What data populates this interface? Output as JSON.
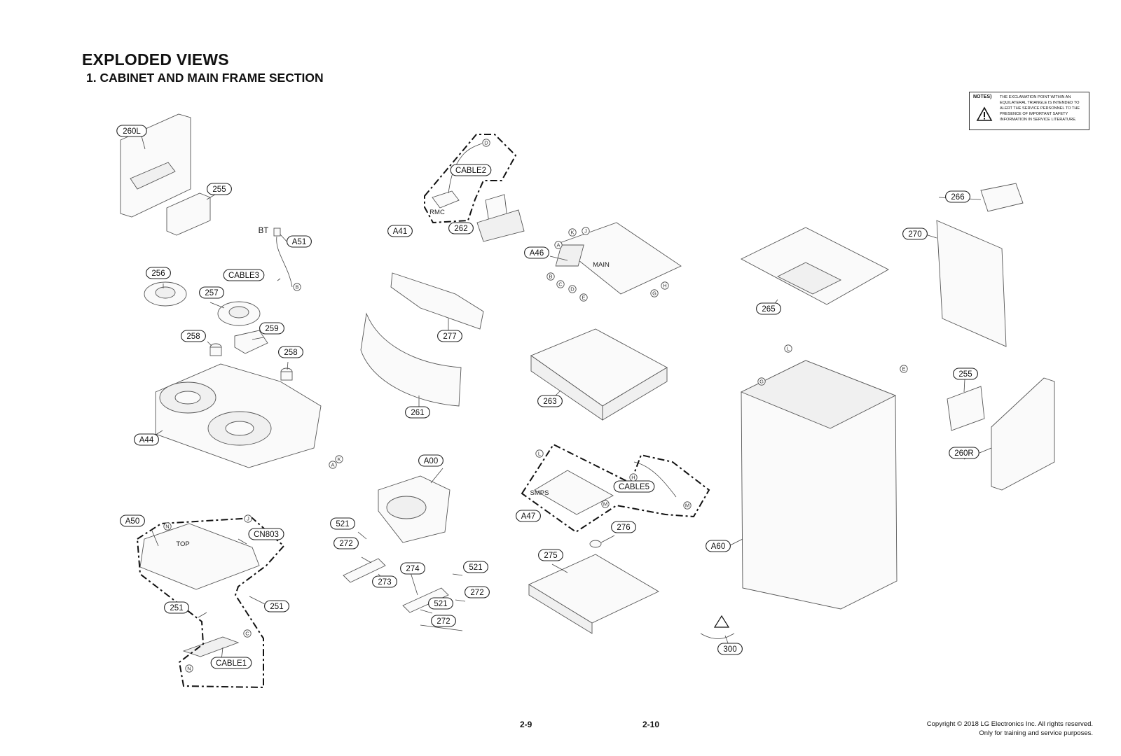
{
  "header": {
    "title": "EXPLODED VIEWS",
    "subtitle": "1. CABINET AND MAIN FRAME SECTION"
  },
  "notes": {
    "heading": "NOTES)",
    "body": "THE EXCLAMATION POINT WITHIN AN EQUILATERAL TRIANGLE IS INTENDED TO ALERT THE SERVICE PERSONNEL TO THE PRESENCE OF IMPORTANT SAFETY INFORMATION IN SERVICE LITERATURE."
  },
  "part_labels": [
    "260L",
    "255",
    "CABLE2",
    "A41",
    "262",
    "BT",
    "A51",
    "CABLE3",
    "256",
    "257",
    "258",
    "259",
    "258",
    "A44",
    "277",
    "261",
    "A46",
    "263",
    "A47",
    "CABLE5",
    "A00",
    "521",
    "272",
    "273",
    "274",
    "521",
    "272",
    "521",
    "272",
    "A50",
    "CN803",
    "251",
    "251",
    "CABLE1",
    "275",
    "276",
    "266",
    "270",
    "265",
    "255",
    "260R",
    "A60",
    "300"
  ],
  "connector_labels": [
    "D",
    "B",
    "K",
    "J",
    "A",
    "B",
    "C",
    "D",
    "E",
    "G",
    "H",
    "A",
    "K",
    "L",
    "H",
    "M",
    "M",
    "N",
    "J",
    "C",
    "N",
    "L",
    "E",
    "G"
  ],
  "board_labels": [
    "RMC",
    "MAIN",
    "SMPS",
    "TOP"
  ],
  "footer": {
    "page_left": "2-9",
    "page_right": "2-10",
    "copyright_line1": "Copyright © 2018 LG Electronics Inc. All rights reserved.",
    "copyright_line2": "Only for training and service purposes."
  }
}
